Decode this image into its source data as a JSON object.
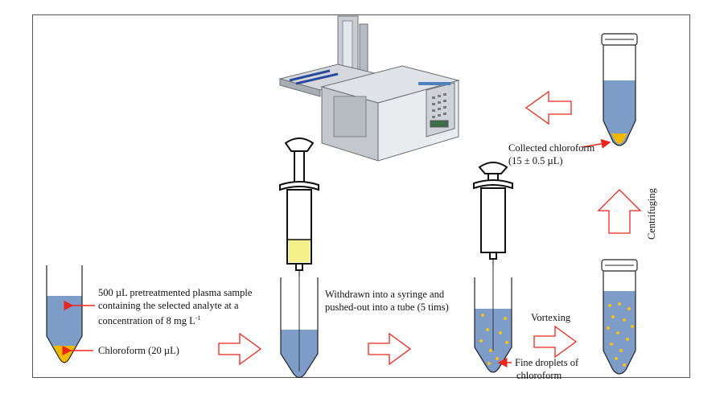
{
  "labels": {
    "plasma_line1": "500 µL pretreatmented plasma sample",
    "plasma_line2": "containing the selected analyte at a",
    "plasma_line3": "concentration of 8 mg L",
    "plasma_sup": "-1",
    "chloroform": "Chloroform (20 µL)",
    "withdrawn_line1": "Withdrawn into a syringe and",
    "withdrawn_line2": "pushed-out into a tube (5 tims)",
    "vortexing": "Vortexing",
    "fine_line1": "Fine droplets of",
    "fine_line2": "chloroform",
    "collected_line1": "Collected chloroform",
    "collected_line2": "(15 ± 0.5 µL)",
    "centrifuging": "Centrifuging"
  },
  "colors": {
    "aqueous_blue": "#7e9cc8",
    "chloroform_yellow": "#f0b800",
    "syringe_fill": "#f4f08a",
    "arrow_red": "#e8261c",
    "droplet": "#f2c318"
  },
  "icons": {
    "gc_instrument": "gas-chromatograph-icon",
    "syringe": "syringe-icon",
    "tube": "conical-tube-icon",
    "arrow": "outline-arrow-icon"
  }
}
